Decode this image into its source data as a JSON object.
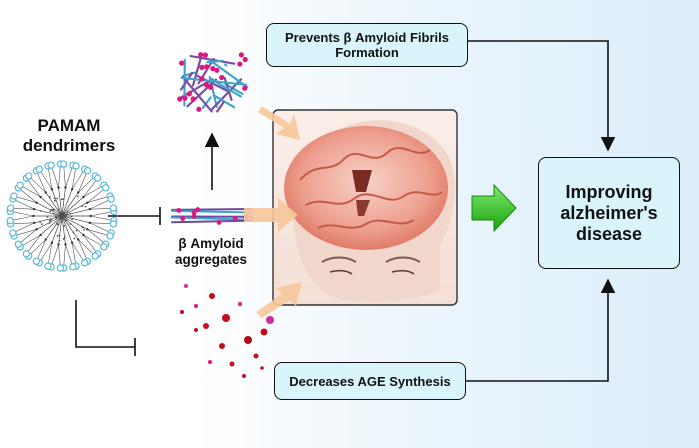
{
  "pamam_label": "PAMAM\ndendrimers",
  "amyloid_label": "β Amyloid\naggregates",
  "box_prevents": "Prevents β Amyloid Fibrils\nFormation",
  "box_improving": "Improving\nalzheimer's\ndisease",
  "box_decreases": "Decreases AGE Synthesis",
  "colors": {
    "box_fill": "#d9f5fb",
    "green_arrow": "#2ec41f",
    "dendrimer_end": "#5ab8d8",
    "amyloid_magenta": "#e0157e",
    "age_red": "#c40d1e",
    "brain": "#e88575"
  }
}
